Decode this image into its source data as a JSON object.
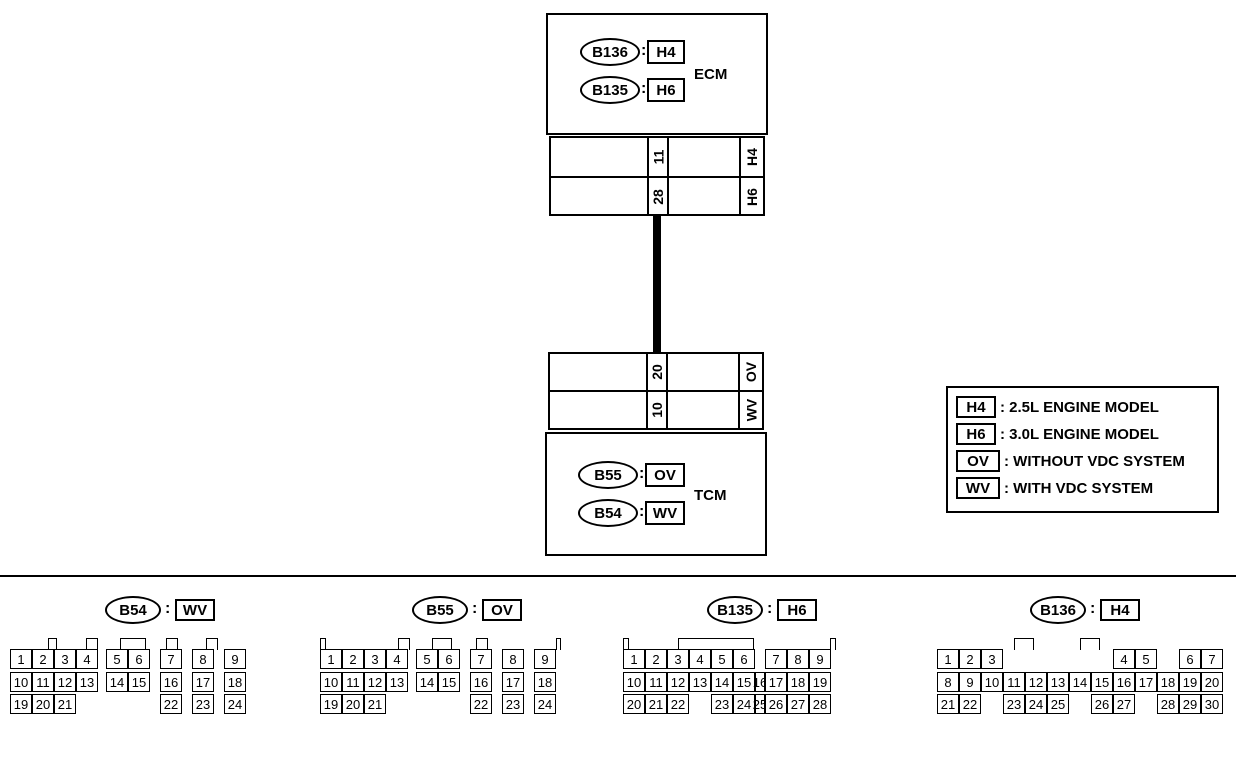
{
  "ecm": {
    "name": "ECM",
    "rows": [
      {
        "connector": "B136",
        "tag": "H4"
      },
      {
        "connector": "B135",
        "tag": "H6"
      }
    ],
    "terminals": [
      {
        "pin": "11",
        "tag": "H4"
      },
      {
        "pin": "28",
        "tag": "H6"
      }
    ]
  },
  "tcm": {
    "name": "TCM",
    "rows": [
      {
        "connector": "B55",
        "tag": "OV"
      },
      {
        "connector": "B54",
        "tag": "WV"
      }
    ],
    "terminals": [
      {
        "pin": "20",
        "tag": "OV"
      },
      {
        "pin": "10",
        "tag": "WV"
      }
    ]
  },
  "colon": ":",
  "legend": [
    {
      "tag": "H4",
      "text": ": 2.5L ENGINE MODEL"
    },
    {
      "tag": "H6",
      "text": ": 3.0L ENGINE MODEL"
    },
    {
      "tag": "OV",
      "text": ": WITHOUT VDC SYSTEM"
    },
    {
      "tag": "WV",
      "text": ": WITH VDC SYSTEM"
    }
  ],
  "connectors": [
    {
      "id": "B54",
      "tag": "WV",
      "rows": [
        [
          "1",
          "2",
          "3",
          "4",
          "",
          "5",
          "6",
          "",
          "7",
          "",
          "8",
          "",
          "9"
        ],
        [
          "10",
          "11",
          "12",
          "13",
          "",
          "14",
          "15",
          "",
          "16",
          "",
          "17",
          "",
          "18"
        ],
        [
          "19",
          "20",
          "21",
          "",
          "",
          "",
          "",
          "",
          "22",
          "",
          "23",
          "",
          "24"
        ]
      ]
    },
    {
      "id": "B55",
      "tag": "OV",
      "rows": [
        [
          "1",
          "2",
          "3",
          "4",
          "",
          "5",
          "6",
          "",
          "7",
          "",
          "8",
          "",
          "9"
        ],
        [
          "10",
          "11",
          "12",
          "13",
          "",
          "14",
          "15",
          "",
          "16",
          "",
          "17",
          "",
          "18"
        ],
        [
          "19",
          "20",
          "21",
          "",
          "",
          "",
          "",
          "",
          "22",
          "",
          "23",
          "",
          "24"
        ]
      ]
    },
    {
      "id": "B135",
      "tag": "H6",
      "rows": [
        [
          "1",
          "2",
          "3",
          "4",
          "5",
          "6",
          "",
          "7",
          "8",
          "9"
        ],
        [
          "10",
          "11",
          "12",
          "13",
          "14",
          "15",
          "16",
          "17",
          "18",
          "19"
        ],
        [
          "20",
          "21",
          "22",
          "",
          "23",
          "24",
          "25",
          "26",
          "27",
          "28"
        ]
      ]
    },
    {
      "id": "B136",
      "tag": "H4",
      "rows": [
        [
          "1",
          "2",
          "3",
          "",
          "",
          "",
          "",
          "",
          "4",
          "5",
          "",
          "6",
          "7"
        ],
        [
          "8",
          "9",
          "10",
          "11",
          "12",
          "13",
          "14",
          "15",
          "16",
          "17",
          "18",
          "19",
          "20"
        ],
        [
          "21",
          "22",
          "",
          "23",
          "24",
          "25",
          "",
          "26",
          "27",
          "",
          "28",
          "29",
          "30"
        ]
      ]
    }
  ]
}
